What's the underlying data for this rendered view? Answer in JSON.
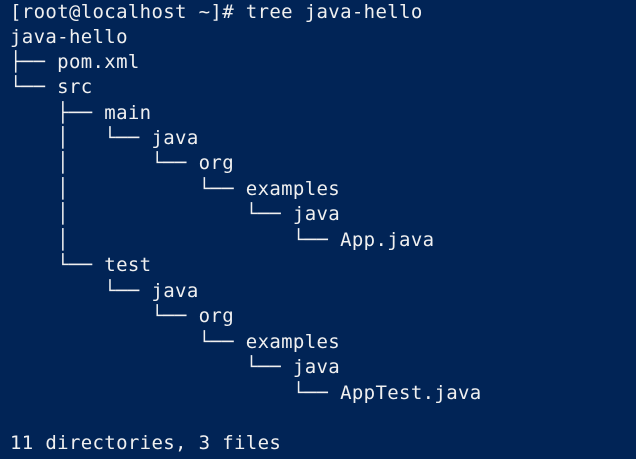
{
  "terminal": {
    "background": "#012456",
    "foreground": "#f0f0f0",
    "lines": [
      "[root@localhost ~]# tree java-hello",
      "java-hello",
      "├── pom.xml",
      "└── src",
      "    ├── main",
      "    │   └── java",
      "    │       └── org",
      "    │           └── examples",
      "    │               └── java",
      "    │                   └── App.java",
      "    └── test",
      "        └── java",
      "            └── org",
      "                └── examples",
      "                    └── java",
      "                        └── AppTest.java",
      "",
      "11 directories, 3 files"
    ]
  }
}
